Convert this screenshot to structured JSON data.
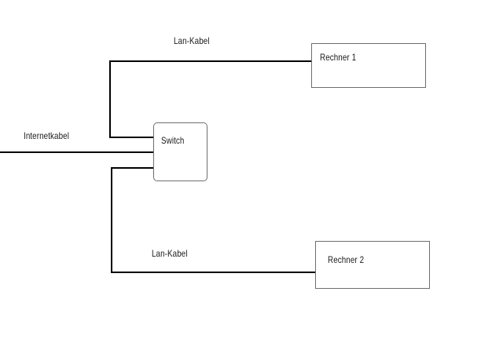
{
  "diagram": {
    "cables": {
      "lan_top_label": "Lan-Kabel",
      "lan_bottom_label": "Lan-Kabel",
      "internet_label": "Internetkabel"
    },
    "nodes": {
      "switch_label": "Switch",
      "computer1_label": "Rechner 1",
      "computer2_label": "Rechner 2"
    },
    "colors": {
      "wire": "#000000",
      "box_border": "#6e6e6e",
      "background": "#ffffff"
    }
  }
}
